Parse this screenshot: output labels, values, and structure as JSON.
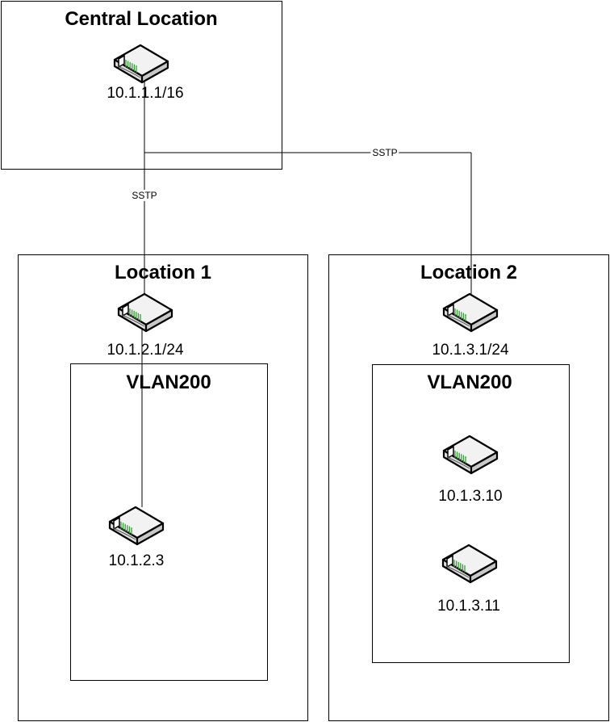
{
  "central": {
    "title": "Central Location",
    "ip": "10.1.1.1/16"
  },
  "location1": {
    "title": "Location 1",
    "ip": "10.1.2.1/24",
    "vlan": {
      "title": "VLAN200",
      "devices": [
        {
          "ip": "10.1.2.3"
        }
      ]
    }
  },
  "location2": {
    "title": "Location 2",
    "ip": "10.1.3.1/24",
    "vlan": {
      "title": "VLAN200",
      "devices": [
        {
          "ip": "10.1.3.10"
        },
        {
          "ip": "10.1.3.11"
        }
      ]
    }
  },
  "links": [
    {
      "label": "SSTP",
      "from": "central",
      "to": "location1"
    },
    {
      "label": "SSTP",
      "from": "central",
      "to": "location2"
    }
  ],
  "colors": {
    "line": "#000000",
    "switch_top": "#f2f2f2",
    "switch_side": "#c8c8c8",
    "switch_front": "#e0e0e0",
    "port_green": "#3a9a3a"
  },
  "icons": {
    "device": "network-switch-icon"
  }
}
